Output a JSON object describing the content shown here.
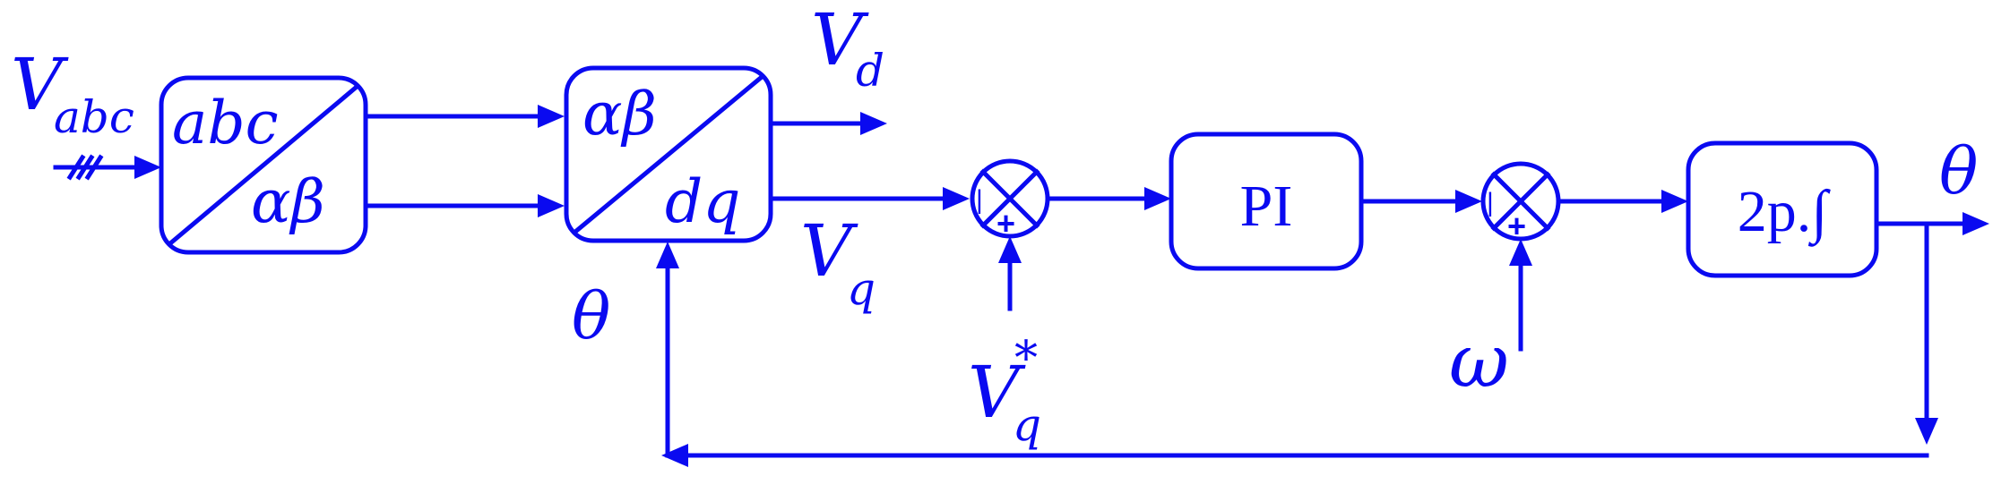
{
  "diagram": {
    "color": "#0a0af0",
    "blocks": {
      "abc_ab": {
        "top": "abc",
        "bottom": "αβ"
      },
      "ab_dq": {
        "top": "αβ",
        "bottom": "dq"
      },
      "pi": {
        "label": "PI"
      },
      "integrator": {
        "label": "2p.∫"
      }
    },
    "signals": {
      "vabc": {
        "base": "V",
        "sub": "abc"
      },
      "vd": {
        "base": "V",
        "sub": "d"
      },
      "vq": {
        "base": "V",
        "sub": "q"
      },
      "vq_ref": {
        "base": "V",
        "sup": "*",
        "sub": "q"
      },
      "theta_feedback": "θ",
      "theta_out": "θ",
      "omega": "ω"
    },
    "summer1": {
      "minus": "|",
      "plus": "+"
    },
    "summer2": {
      "minus": "|",
      "plus": "+"
    }
  }
}
